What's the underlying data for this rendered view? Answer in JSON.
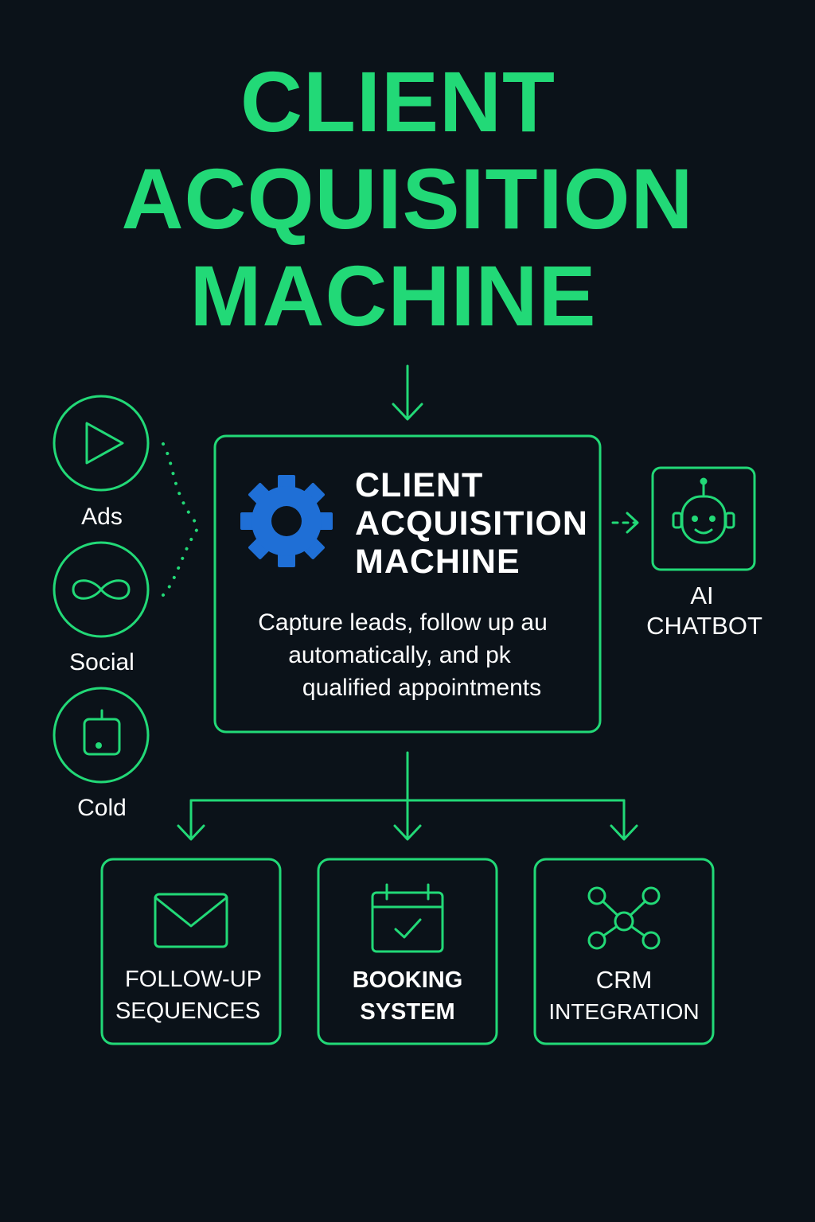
{
  "title": {
    "line1": "CLIENT",
    "line2": "ACQUISITION",
    "line3": "MACHINE"
  },
  "sources": [
    {
      "label": "Ads",
      "icon": "play-icon"
    },
    {
      "label": "Social",
      "icon": "infinity-icon"
    },
    {
      "label": "Cold",
      "icon": "phone-icon"
    }
  ],
  "central": {
    "icon": "gear-icon",
    "title_lines": [
      "CLIENT",
      "ACQUISITION",
      "MACHINE"
    ],
    "description_lines": [
      "Capture leads, follow up au",
      "automatically, and pk",
      "qualified appointments"
    ]
  },
  "chatbot": {
    "icon": "robot-icon",
    "label_lines": [
      "AI",
      "CHATBOT"
    ]
  },
  "outputs": [
    {
      "icon": "envelope-icon",
      "label_lines": [
        "FOLLOW-UP",
        "SEQUENCES"
      ]
    },
    {
      "icon": "calendar-check-icon",
      "label_lines": [
        "BOOKING",
        "SYSTEM"
      ]
    },
    {
      "icon": "network-icon",
      "label_lines": [
        "CRM",
        "INTEGRATION"
      ]
    }
  ],
  "colors": {
    "background": "#0b1219",
    "accent": "#22d977",
    "gear": "#1f6fd6",
    "text": "#ffffff"
  }
}
